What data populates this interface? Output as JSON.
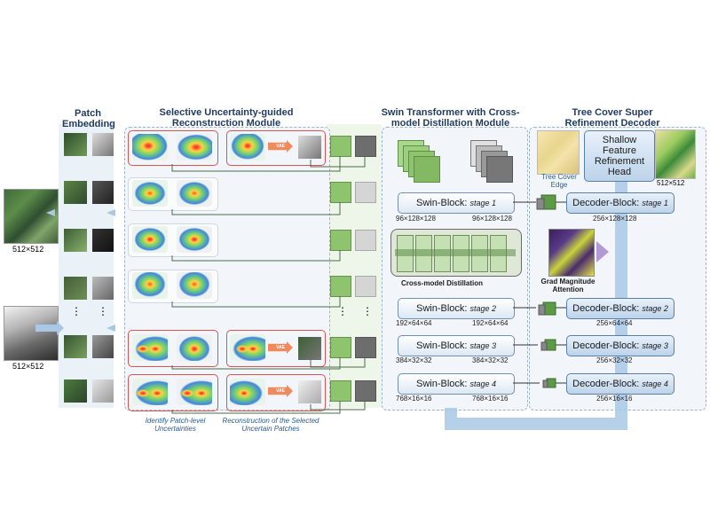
{
  "titles": {
    "patch_embedding": "Patch Embedding",
    "selective": "Selective Uncertainty-guided Reconstruction Module",
    "swin": "Swin Transformer with Cross-model Distillation Module",
    "decoder": "Tree Cover Super Refinement Decoder"
  },
  "inputs": {
    "rgb_size": "512×512",
    "dem_size": "512×512"
  },
  "vae_label": "VAE",
  "captions": {
    "identify": "Identify Patch-level Uncertainties",
    "reconstruct": "Reconstruction of the Selected Uncertain Patches"
  },
  "swin_blocks": [
    {
      "label": "Swin-Block:",
      "stage": "stage 1",
      "dim_left": "96×128×128",
      "dim_right": "96×128×128"
    },
    {
      "label": "Swin-Block:",
      "stage": "stage 2",
      "dim_left": "192×64×64",
      "dim_right": "192×64×64"
    },
    {
      "label": "Swin-Block:",
      "stage": "stage 3",
      "dim_left": "384×32×32",
      "dim_right": "384×32×32"
    },
    {
      "label": "Swin-Block:",
      "stage": "stage 4",
      "dim_left": "768×16×16",
      "dim_right": "768×16×16"
    }
  ],
  "distillation_label": "Cross-model Distillation",
  "decoder_blocks": [
    {
      "label": "Decoder-Block:",
      "stage": "stage 1",
      "dim": "256×128×128"
    },
    {
      "label": "Decoder-Block:",
      "stage": "stage 2",
      "dim": "256×64×64"
    },
    {
      "label": "Decoder-Block:",
      "stage": "stage 3",
      "dim": "256×32×32"
    },
    {
      "label": "Decoder-Block:",
      "stage": "stage 4",
      "dim": "256×16×16"
    }
  ],
  "shallow_head": "Shallow Feature Refinement Head",
  "tree_cover_edge": "Tree Cover Edge",
  "grad_attention": "Grad Magnitude Attention",
  "output_size": "512×512",
  "colors": {
    "panel_border": "#9fb3c8",
    "select_border": "#d9534f",
    "vae_arrow": "#f08a5d",
    "green_patch": "#8fc46f",
    "flow_arrow": "#a9c8e6"
  }
}
